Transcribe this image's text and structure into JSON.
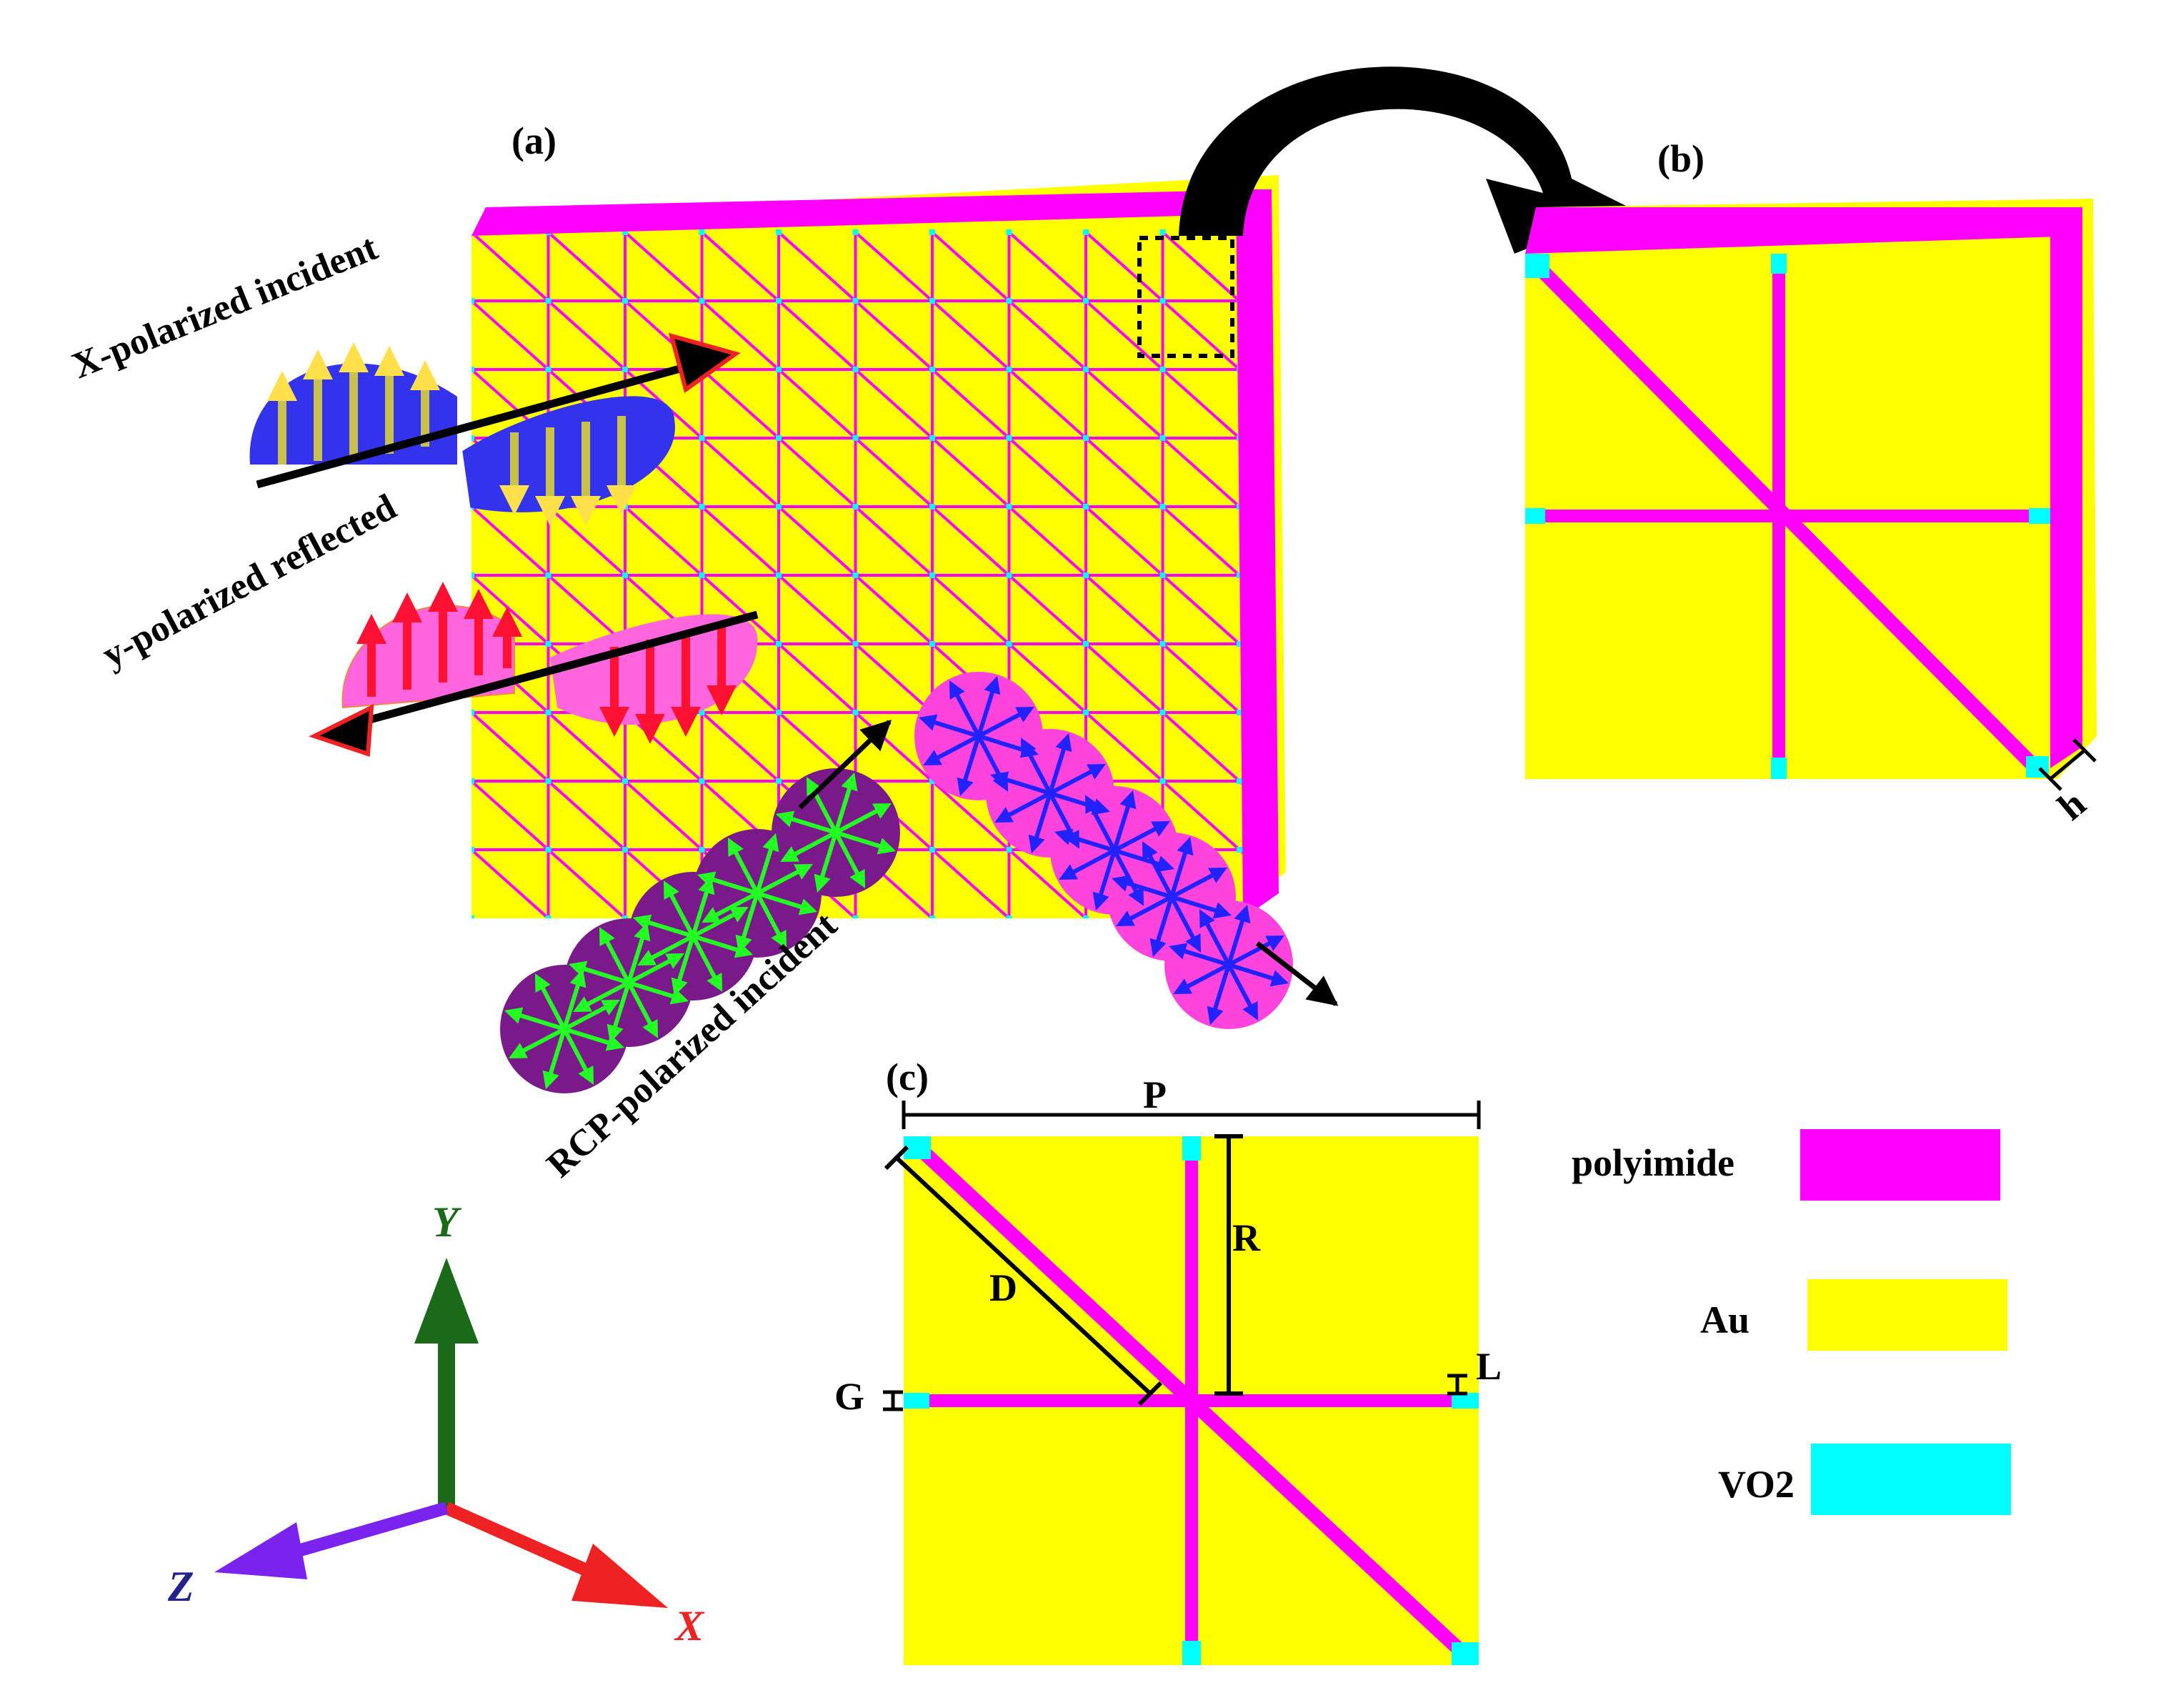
{
  "panel_labels": {
    "a": "(a)",
    "b": "(b)",
    "c": "(c)"
  },
  "wave_labels": {
    "x_incident": "X-polarized incident",
    "y_reflected": "y-polarized reflected",
    "rcp_incident": "RCP-polarized incident"
  },
  "dimensions": {
    "h": "h",
    "P": "P",
    "R": "R",
    "D": "D",
    "G": "G",
    "L": "L"
  },
  "axes": {
    "x": "X",
    "y": "Y",
    "z": "Z"
  },
  "legend": [
    {
      "label": "polyimide",
      "color": "#ff00ff"
    },
    {
      "label": "Au",
      "color": "#ffff00"
    },
    {
      "label": "VO2",
      "color": "#00ffff"
    }
  ],
  "colors": {
    "au": "#ffff00",
    "polyimide": "#ff00ff",
    "vo2": "#00ffff",
    "x_wave": "#3333ee",
    "y_wave": "#ff2244",
    "rcp_wave": "#7a1a8a",
    "rcp_arrows": "#22ff22",
    "lcp_arrows": "#2222ff",
    "axis_x": "#ee2222",
    "axis_y": "#1a6a1a",
    "axis_z": "#7a22ee"
  }
}
